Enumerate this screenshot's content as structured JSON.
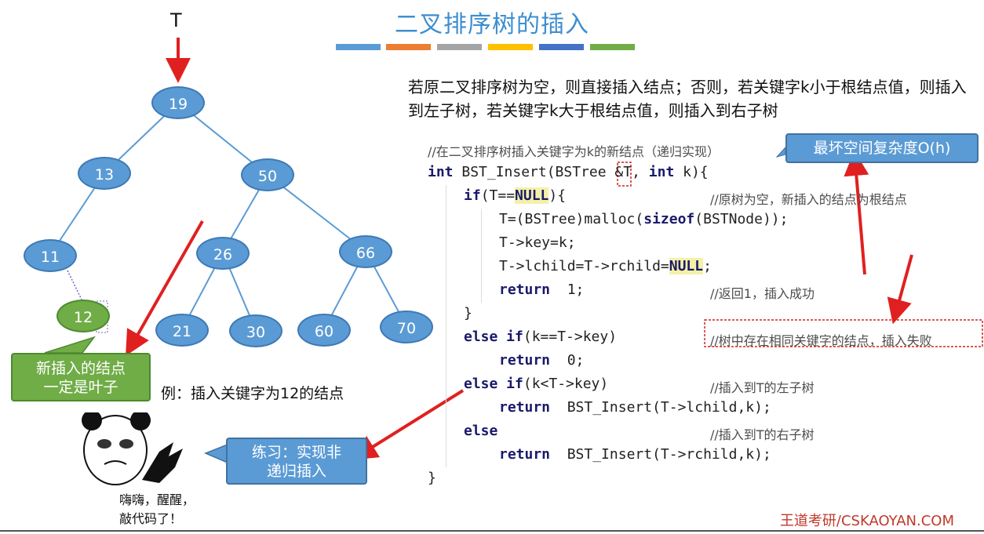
{
  "title": "二叉排序树的插入",
  "color_bars": [
    "#5b9bd5",
    "#ed7d31",
    "#a5a5a5",
    "#ffc000",
    "#4472c4",
    "#70ad47"
  ],
  "root_pointer": "T",
  "description": "若原二叉排序树为空，则直接插入结点；否则，若关键字k小于根结点值，则插入到左子树，若关键字k大于根结点值，则插入到右子树",
  "tree": {
    "nodes": [
      "19",
      "13",
      "50",
      "11",
      "26",
      "66",
      "12",
      "21",
      "30",
      "60",
      "70"
    ],
    "new_node": "12"
  },
  "callouts": {
    "leaf": [
      "新插入的结点",
      "一定是叶子"
    ],
    "example": "例：插入关键字为12的结点",
    "exercise": [
      "练习：实现非",
      "递归插入"
    ],
    "complexity": "最坏空间复杂度O(h)"
  },
  "meme_caption": [
    "嗨嗨，醒醒，",
    "敲代码了！"
  ],
  "code": {
    "comment_header": "//在二叉排序树插入关键字为k的新结点（递归实现）",
    "l1_a": "int",
    "l1_b": " BST_Insert(BSTree ",
    "l1_c": "&",
    "l1_d": "T, ",
    "l1_e": "int",
    "l1_f": " k){",
    "l2_a": "if",
    "l2_b": "(T==",
    "l2_c": "NULL",
    "l2_d": "){",
    "l2_cmt": "//原树为空，新插入的结点为根结点",
    "l3_a": "T=(BSTree)malloc(",
    "l3_b": "sizeof",
    "l3_c": "(BSTNode));",
    "l4": "T->key=k;",
    "l5_a": "T->lchild=T->rchild=",
    "l5_b": "NULL",
    "l5_c": ";",
    "l6_a": "return",
    "l6_b": "  1;",
    "l6_cmt": "//返回1，插入成功",
    "l7": "}",
    "l8_a": "else if",
    "l8_b": "(k==T->key)",
    "l8_cmt": "//树中存在相同关键字的结点，插入失败",
    "l9_a": "return",
    "l9_b": "  0;",
    "l10_a": "else if",
    "l10_b": "(k<T->key)",
    "l10_cmt": "//插入到T的左子树",
    "l11_a": "return",
    "l11_b": "  BST_Insert(T->lchild,k);",
    "l12_a": "else",
    "l12_cmt": "//插入到T的右子树",
    "l13_a": "return",
    "l13_b": "  BST_Insert(T->rchild,k);",
    "l14": "}"
  },
  "footer": "王道考研/CSKAOYAN.COM"
}
